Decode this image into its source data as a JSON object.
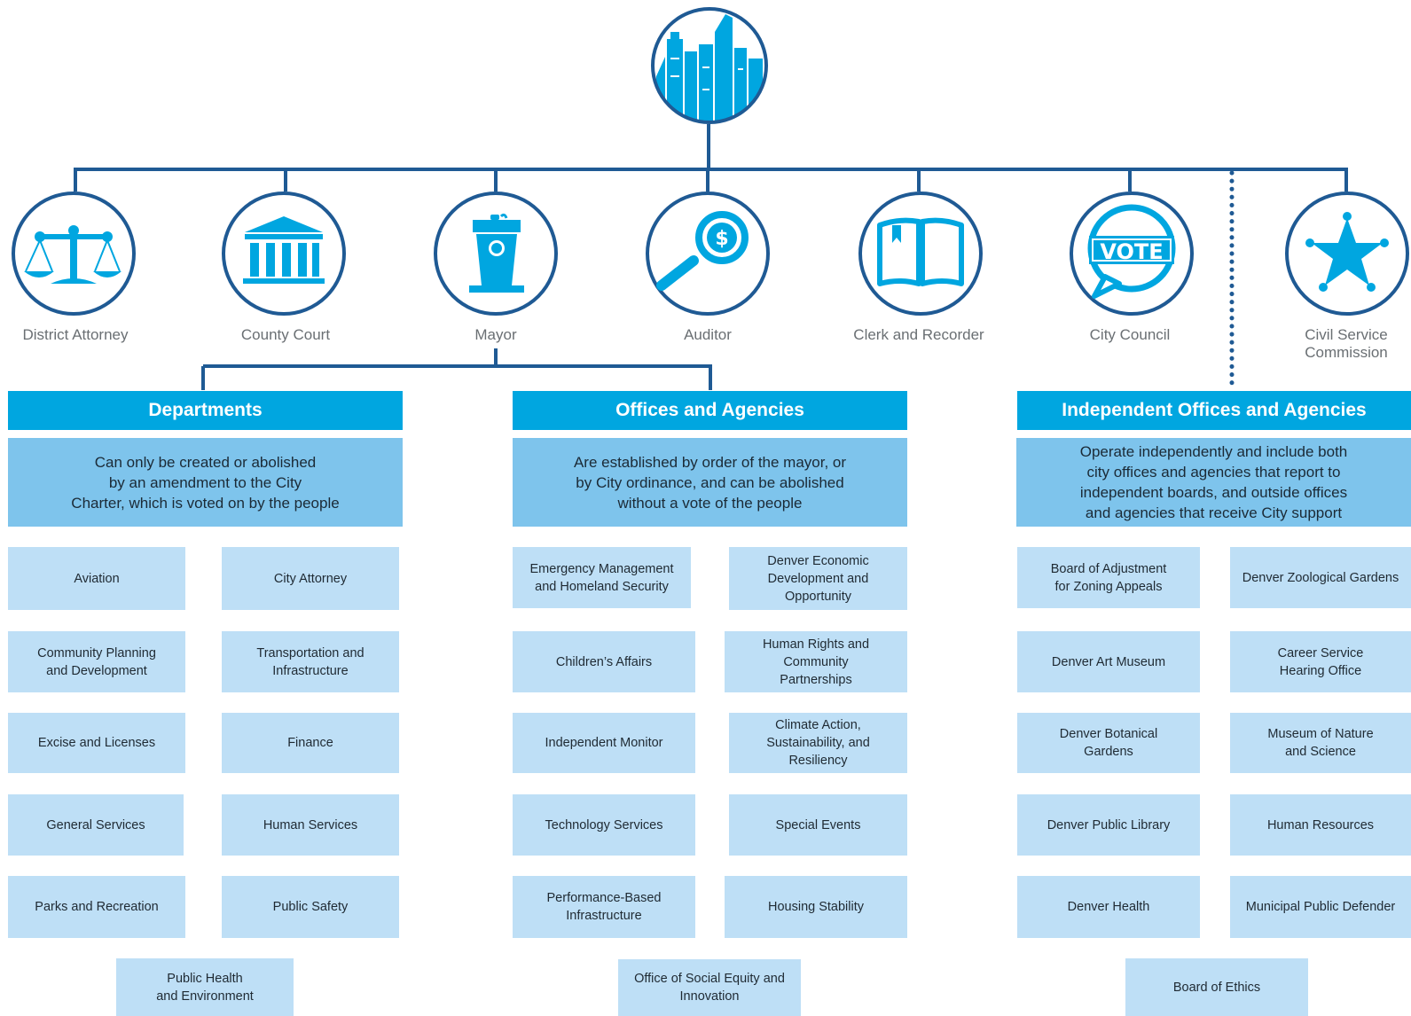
{
  "colors": {
    "line": "#1f5a94",
    "icon": "#00a6e0",
    "header": "#00a6e0",
    "description": "#7ec4ec",
    "box": "#bedff6"
  },
  "top_icon": "city-skyline-icon",
  "roles": [
    {
      "label": "District Attorney",
      "icon": "scales-of-justice-icon"
    },
    {
      "label": "County Court",
      "icon": "courthouse-icon"
    },
    {
      "label": "Mayor",
      "icon": "podium-icon"
    },
    {
      "label": "Auditor",
      "icon": "magnifying-glass-dollar-icon"
    },
    {
      "label": "Clerk and Recorder",
      "icon": "open-book-icon"
    },
    {
      "label": "City Council",
      "icon": "vote-bubble-icon"
    },
    {
      "label": "Civil Service\nCommission",
      "icon": "sheriff-star-icon"
    }
  ],
  "columns": [
    {
      "header": "Departments",
      "description": "Can only be created or abolished\nby an amendment to the City\nCharter, which is voted on by the people",
      "items": [
        "Aviation",
        "City Attorney",
        "Community Planning\nand Development",
        "Transportation and\nInfrastructure",
        "Excise and Licenses",
        "Finance",
        "General Services",
        "Human Services",
        "Parks and Recreation",
        "Public Safety",
        "Public Health\nand Environment"
      ]
    },
    {
      "header": "Offices and Agencies",
      "description": "Are established by order of the mayor, or\nby City ordinance, and can be abolished\nwithout a vote of the people",
      "items": [
        "Emergency Management\nand Homeland Security",
        "Denver Economic\nDevelopment and\nOpportunity",
        "Children’s Affairs",
        "Human Rights and\nCommunity\nPartnerships",
        "Independent Monitor",
        "Climate Action,\nSustainability, and\nResiliency",
        "Technology Services",
        "Special Events",
        "Performance-Based\nInfrastructure",
        "Housing Stability",
        "Office of Social Equity and\nInnovation"
      ]
    },
    {
      "header": "Independent Offices and Agencies",
      "description": "Operate independently and include both\ncity offices and agencies that report to\nindependent boards, and outside offices\nand agencies that receive City support",
      "items": [
        "Board of Adjustment\nfor Zoning Appeals",
        "Denver Zoological Gardens",
        "Denver Art Museum",
        "Career Service\nHearing Office",
        "Denver Botanical\nGardens",
        "Museum of Nature\nand Science",
        "Denver Public Library",
        "Human Resources",
        "Denver Health",
        "Municipal Public Defender",
        "Board of Ethics"
      ]
    }
  ]
}
